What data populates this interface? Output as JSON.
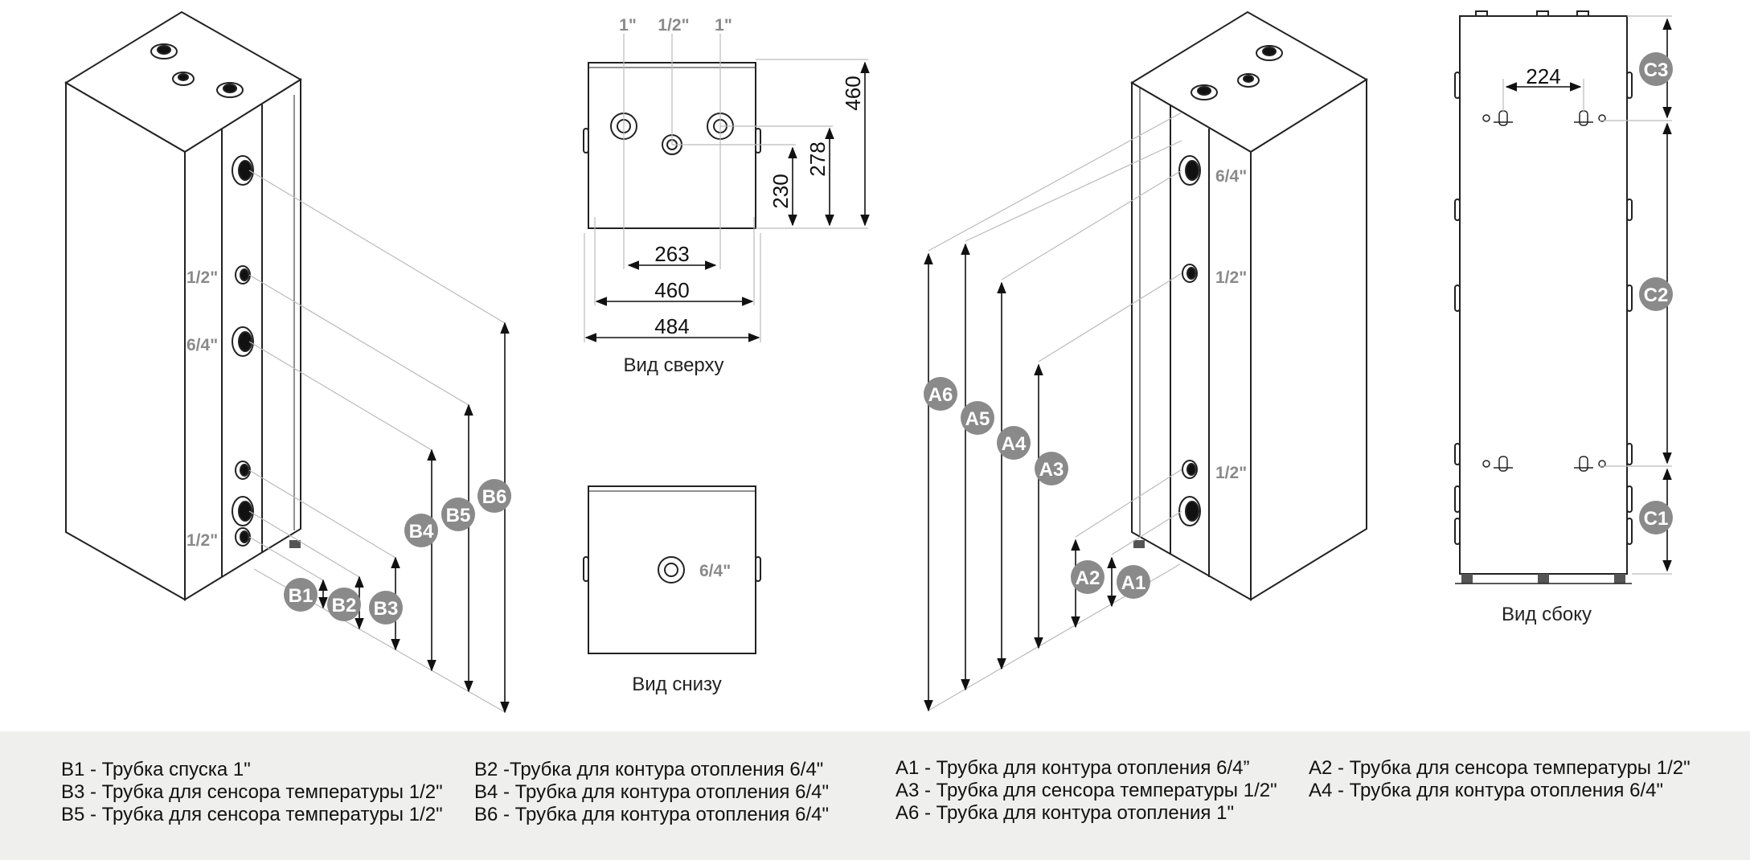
{
  "top_view": {
    "caption": "Вид сверху",
    "port_labels": [
      "1\"",
      "1/2\"",
      "1\""
    ],
    "dims": {
      "w263": "263",
      "w460": "460",
      "w484": "484",
      "h460": "460",
      "h278": "278",
      "h230": "230"
    }
  },
  "bottom_view": {
    "caption": "Вид снизу",
    "port_label": "6/4\""
  },
  "side_view": {
    "caption": "Вид сбоку",
    "dim224": "224",
    "badges": [
      "C3",
      "C2",
      "C1"
    ]
  },
  "left_iso": {
    "port_labels": [
      "1/2\"",
      "6/4\"",
      "1/2\""
    ],
    "badges": [
      "B1",
      "B2",
      "B3",
      "B4",
      "B5",
      "B6"
    ]
  },
  "right_iso": {
    "port_labels": [
      "6/4\"",
      "1/2\"",
      "1/2\""
    ],
    "badges": [
      "A6",
      "A5",
      "A4",
      "A3",
      "A2",
      "A1"
    ]
  },
  "legend": {
    "col1": [
      "B1 - Трубка спуска 1\"",
      "B3 - Трубка для сенсора температуры 1/2\"",
      "B5 - Трубка для сенсора температуры 1/2\""
    ],
    "col2": [
      "B2 -Трубка для контура отопления 6/4\"",
      "B4 - Трубка для контура отопления 6/4\"",
      "B6 - Трубка для контура отопления 6/4\""
    ],
    "col3": [
      "A1 - Трубка для контура отопления 6/4”",
      "A3 - Трубка для сенсора температуры 1/2\"",
      "A6 - Трубка для контура отопления 1\""
    ],
    "col4": [
      "A2 - Трубка для сенсора температуры 1/2\"",
      "A4 - Трубка для контура отопления 6/4\""
    ]
  }
}
